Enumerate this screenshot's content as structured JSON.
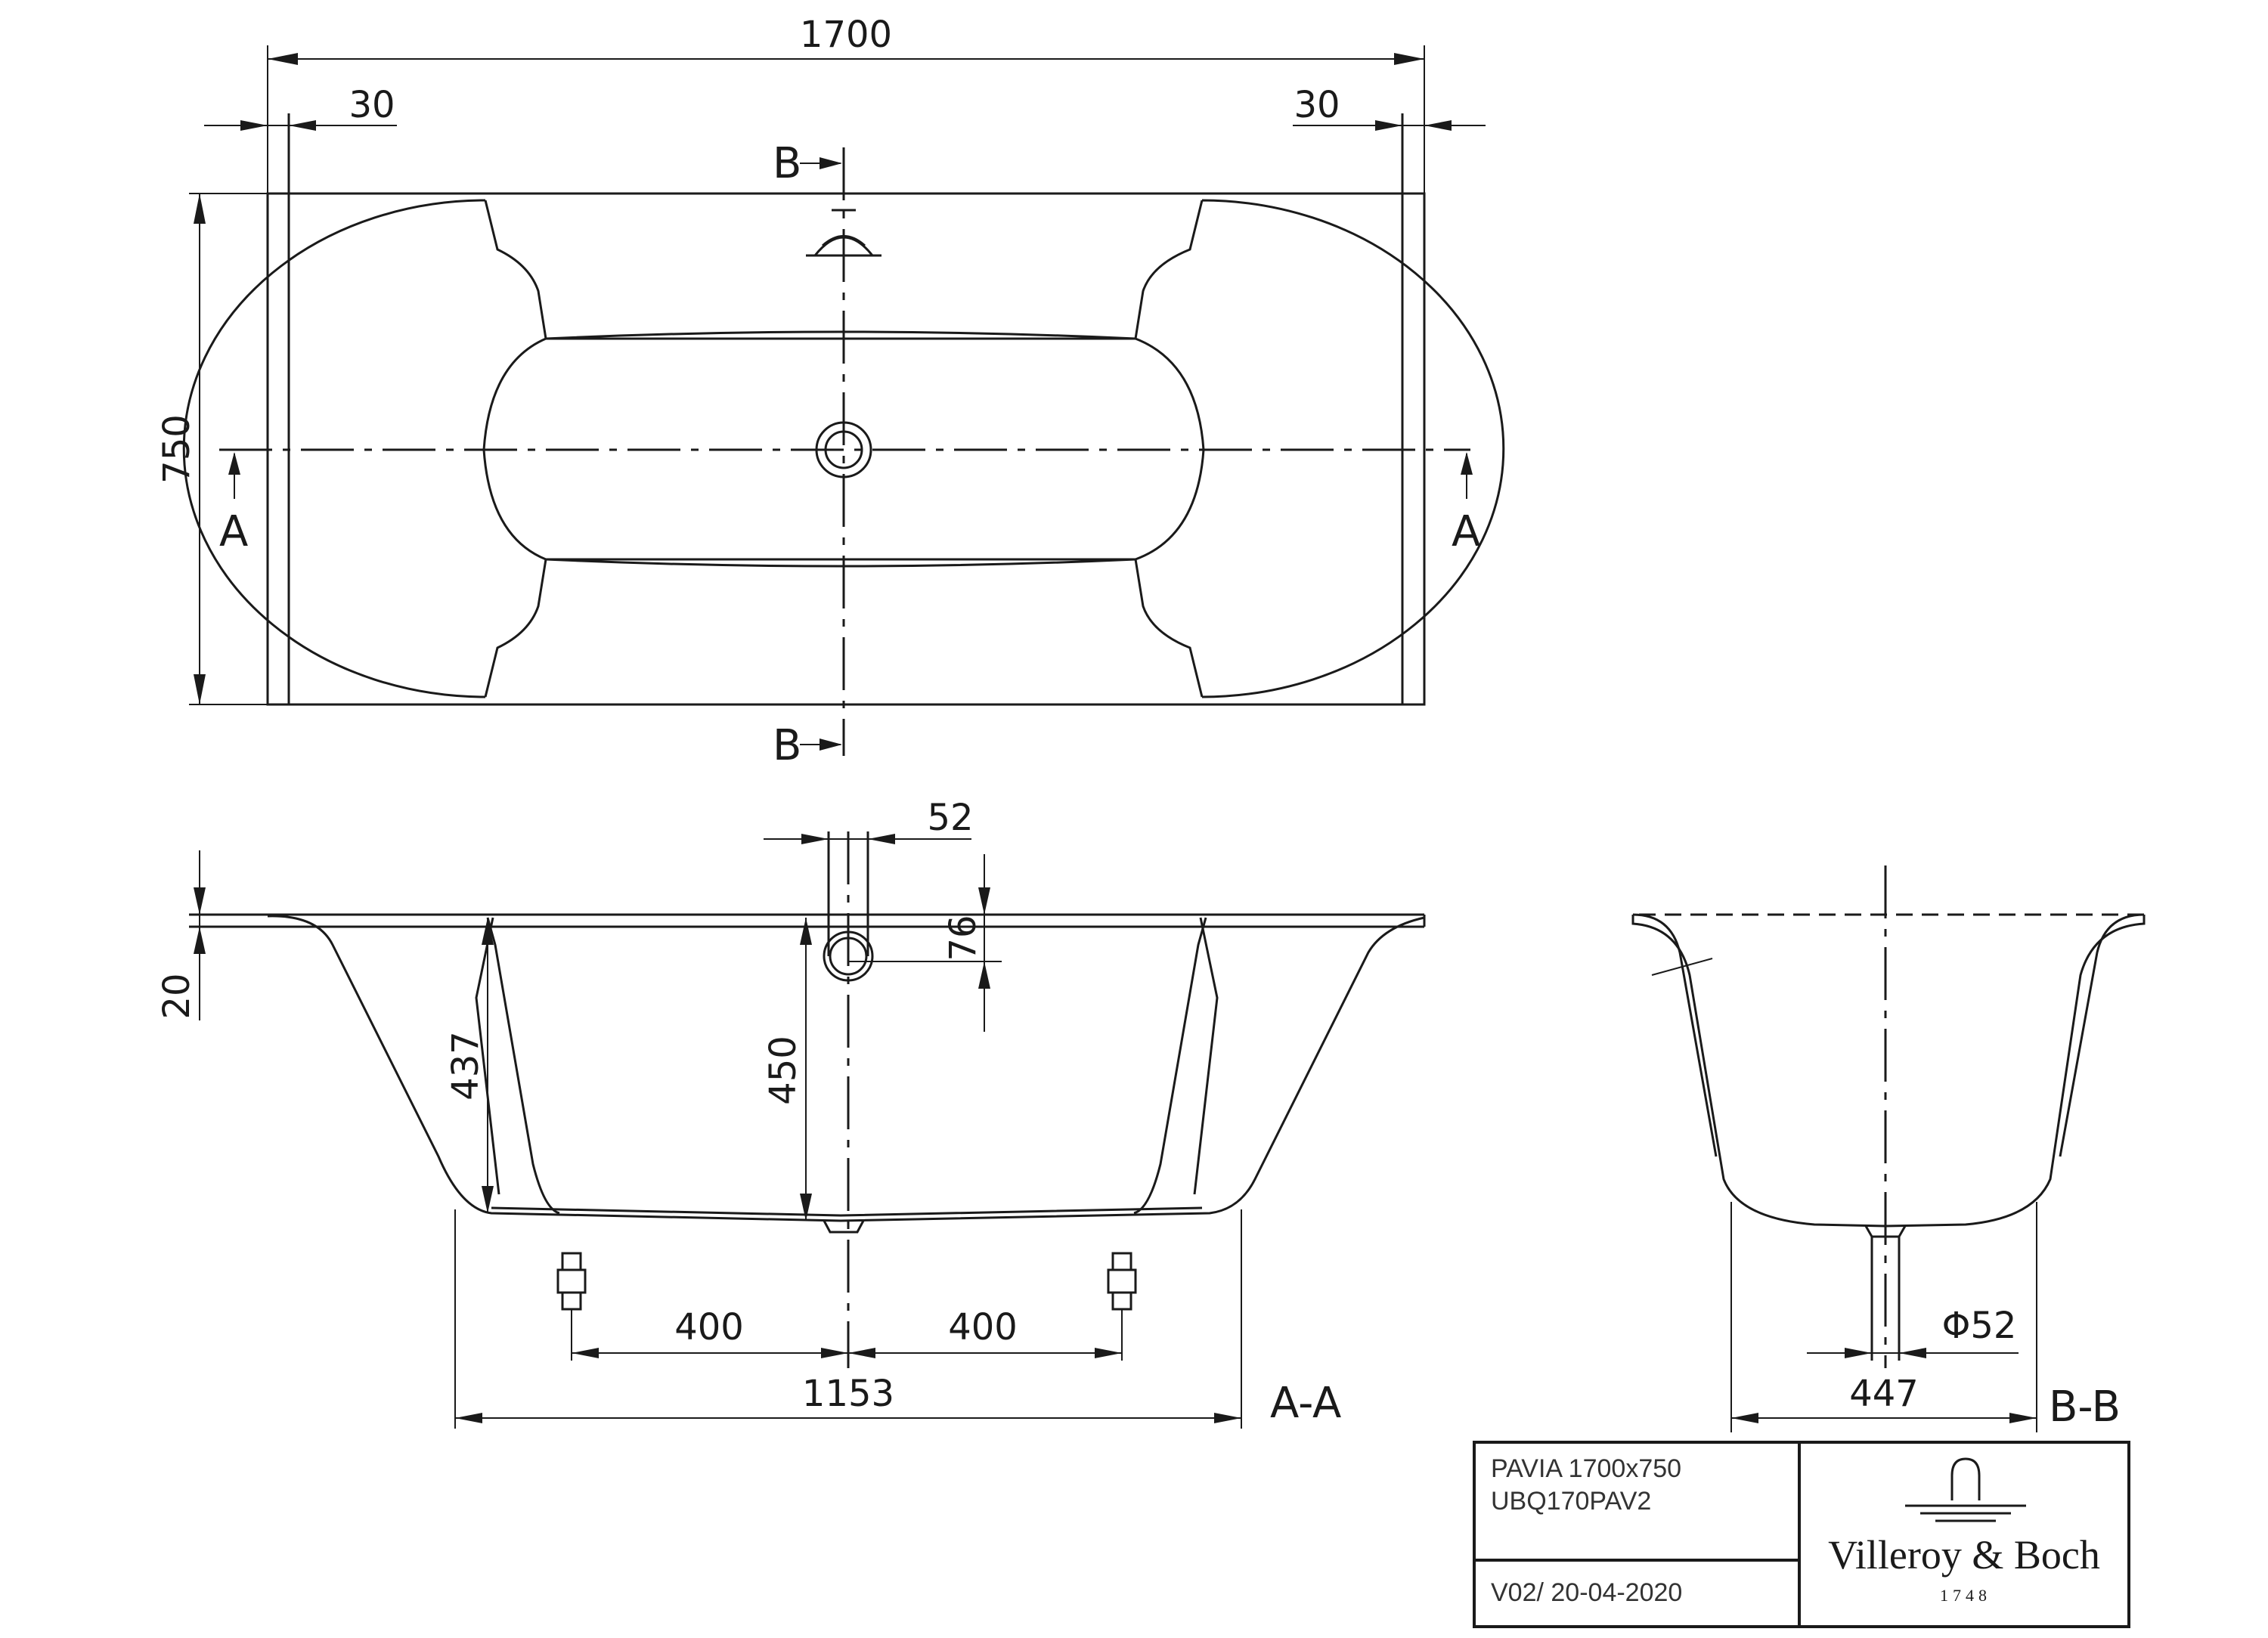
{
  "plan_view": {
    "dim_overall_length": "1700",
    "dim_rim_left": "30",
    "dim_rim_right": "30",
    "dim_overall_width": "750",
    "section_b_top": "B",
    "section_b_bottom": "B",
    "section_a_left": "A",
    "section_a_right": "A"
  },
  "section_a_a": {
    "label": "A-A",
    "dim_overflow_diameter": "52",
    "dim_overflow_height": "76",
    "dim_rim_thickness": "20",
    "dim_depth_side": "437",
    "dim_depth_center": "450",
    "dim_foot_left": "400",
    "dim_foot_right": "400",
    "dim_bottom_length": "1153"
  },
  "section_b_b": {
    "label": "B-B",
    "dim_drain_diameter": "Φ52",
    "dim_bottom_width": "447"
  },
  "title_block": {
    "product_name": "PAVIA 1700x750",
    "product_code": "UBQ170PAV2",
    "version": "V02/ 20-04-2020",
    "brand": "Villeroy & Boch",
    "brand_since": "1748"
  }
}
